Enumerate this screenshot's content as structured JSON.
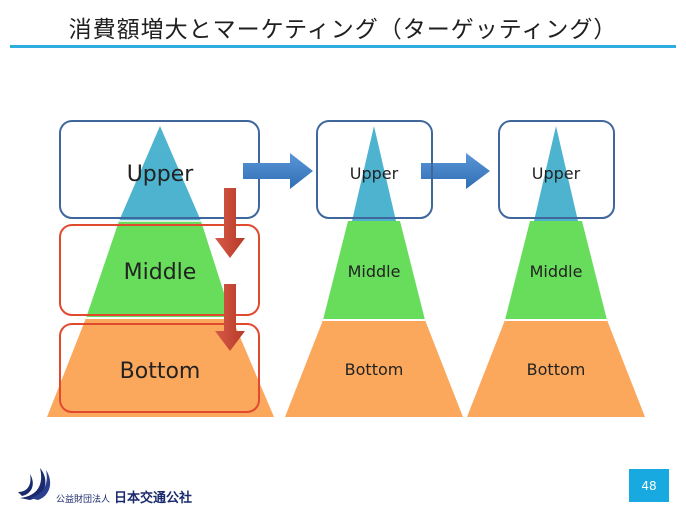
{
  "title": "消費額増大とマーケティング（ターゲッティング）",
  "pyramids": [
    {
      "labels": {
        "upper": "Upper",
        "middle": "Middle",
        "bottom": "Bottom"
      }
    },
    {
      "labels": {
        "upper": "Upper",
        "middle": "Middle",
        "bottom": "Bottom"
      }
    },
    {
      "labels": {
        "upper": "Upper",
        "middle": "Middle",
        "bottom": "Bottom"
      }
    }
  ],
  "colors": {
    "upper": "#4db3cf",
    "middle": "#67dd5b",
    "bottom": "#fba85c",
    "frame_blue": "#3f679b",
    "frame_red": "#e24a30",
    "arrow_blue": "#3f80c8",
    "arrow_red": "#cc4b38",
    "accent": "#2eaee0"
  },
  "footer": {
    "org_small": "公益財団法人",
    "org_name": "日本交通公社",
    "page_number": "48"
  }
}
